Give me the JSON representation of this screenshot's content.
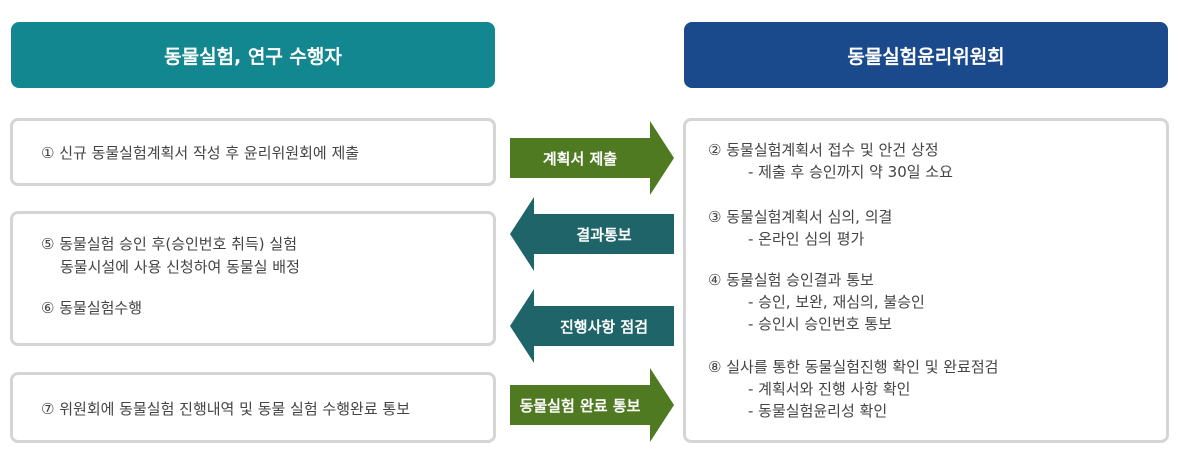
{
  "headers": {
    "left": "동물실험, 연구 수행자",
    "right": "동물실험윤리위원회"
  },
  "researcher_steps": {
    "step1": "① 신규 동물실험계획서 작성 후 윤리위원회에 제출",
    "step5_line1": "⑤ 동물실험 승인 후(승인번호 취득) 실험",
    "step5_line2": "동물시설에 사용 신청하여 동물실 배정",
    "step6": "⑥ 동물실험수행",
    "step7": "⑦ 위원회에 동물실험 진행내역 및 동물 실험 수행완료 통보"
  },
  "committee_steps": {
    "step2_title": "②  동물실험계획서 접수 및 안건 상정",
    "step2_sub1": "- 제출 후 승인까지 약 30일 소요",
    "step3_title": "③  동물실험계획서 심의, 의결",
    "step3_sub1": "- 온라인 심의 평가",
    "step4_title": "④  동물실험 승인결과 통보",
    "step4_sub1": "- 승인, 보완, 재심의, 불승인",
    "step4_sub2": "- 승인시 승인번호 통보",
    "step8_title": "⑧  실사를 통한 동물실험진행 확인 및 완료점검",
    "step8_sub1": "- 계획서와 진행 사항 확인",
    "step8_sub2": "- 동물실험윤리성 확인"
  },
  "arrows": {
    "submit": "계획서 제출",
    "result": "결과통보",
    "check": "진행사항 점검",
    "complete": "동물실험 완료 통보"
  },
  "colors": {
    "left_header": "#13878f",
    "right_header": "#1a4a8c",
    "arrow_green": "#4f7a22",
    "arrow_teal": "#1f6468",
    "box_border": "#d5d5d5"
  }
}
